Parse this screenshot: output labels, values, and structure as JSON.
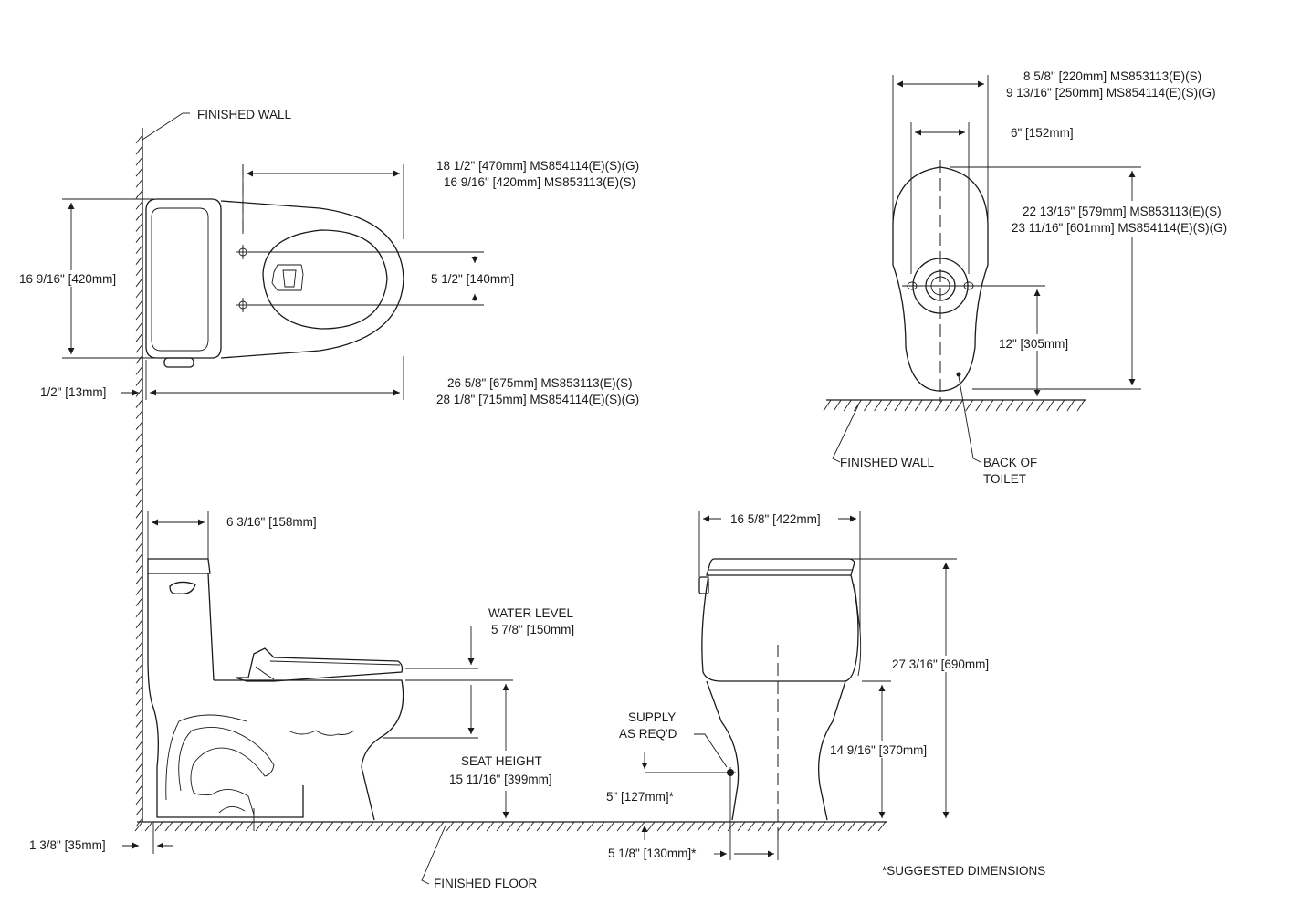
{
  "top_view": {
    "finished_wall": "FINISHED WALL",
    "length_a": "18 1/2\" [470mm] MS854114(E)(S)(G)",
    "length_b": "16 9/16\" [420mm] MS853113(E)(S)",
    "width": "16 9/16\" [420mm]",
    "bolt_spacing": "5 1/2\" [140mm]",
    "wall_gap": "1/2\" [13mm]",
    "overall_a": "26 5/8\" [675mm] MS853113(E)(S)",
    "overall_b": "28 1/8\" [715mm] MS854114(E)(S)(G)"
  },
  "floor_plan": {
    "width_a": "8 5/8\" [220mm] MS853113(E)(S)",
    "width_b": "9 13/16\" [250mm] MS854114(E)(S)(G)",
    "inner_width": "6\" [152mm]",
    "depth_a": "22 13/16\" [579mm] MS853113(E)(S)",
    "depth_b": "23 11/16\" [601mm] MS854114(E)(S)(G)",
    "rough_in": "12\" [305mm]",
    "finished_wall": "FINISHED WALL",
    "back_of_toilet_1": "BACK OF",
    "back_of_toilet_2": "TOILET"
  },
  "side_view": {
    "tank_depth": "6 3/16\" [158mm]",
    "water_level_1": "WATER LEVEL",
    "water_level_2": "5 7/8\" [150mm]",
    "seat_height_1": "SEAT HEIGHT",
    "seat_height_2": "15 11/16\" [399mm]",
    "base_offset": "1 3/8\" [35mm]",
    "finished_floor": "FINISHED FLOOR"
  },
  "front_view": {
    "tank_width": "16 5/8\" [422mm]",
    "overall_height": "27 3/16\" [690mm]",
    "bowl_height": "14 9/16\" [370mm]",
    "supply_1": "SUPPLY",
    "supply_2": "AS REQ'D",
    "supply_height": "5\" [127mm]*",
    "supply_offset": "5 1/8\" [130mm]*"
  },
  "footnote": "*SUGGESTED DIMENSIONS"
}
